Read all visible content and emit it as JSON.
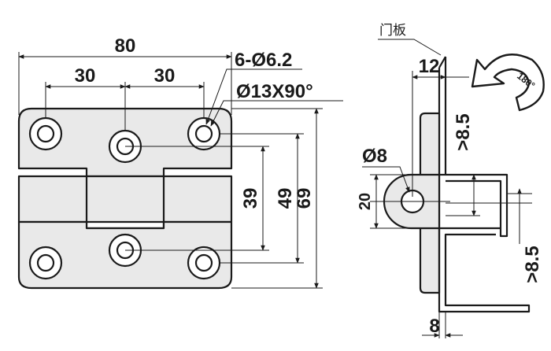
{
  "front_view": {
    "dim_width": "80",
    "dim_hole_spacing_left": "30",
    "dim_hole_spacing_right": "30",
    "callout_holes": "6-Ø6.2",
    "callout_countersink": "Ø13X90°",
    "dim_39": "39",
    "dim_49": "49",
    "dim_69": "69"
  },
  "side_view": {
    "label_door_panel": "门板",
    "dim_12": "12",
    "dim_pin_diameter": "Ø8",
    "dim_20": "20",
    "dim_gap_top": ">8.5",
    "dim_gap_bottom": ">8.5",
    "dim_8": "8",
    "rotation_label": "180°"
  }
}
